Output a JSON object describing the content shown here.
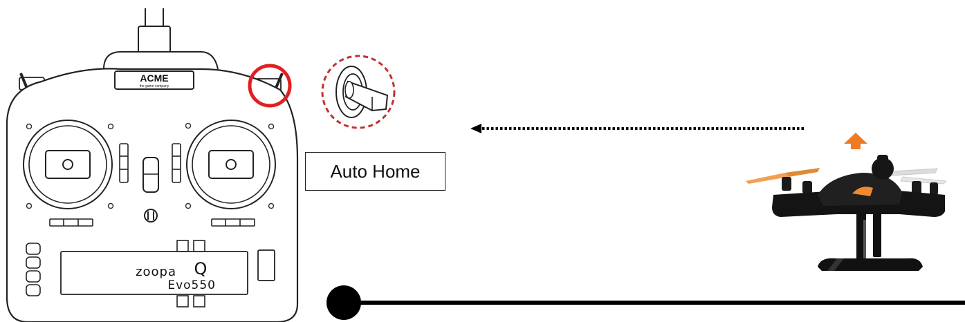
{
  "controller": {
    "brand": "ACME",
    "brand_tagline": "the game company",
    "model_line1": "zoopa",
    "model_badge": "Q",
    "model_line2": "Evo550"
  },
  "switch_callout": {
    "label": "Auto Home",
    "highlight_color": "#e02020"
  },
  "drone": {
    "direction_arrow_color": "#f07a22",
    "propeller_color": "#f0a050",
    "body_color": "#111111"
  },
  "colors": {
    "line": "#000000",
    "background": "#ffffff"
  }
}
